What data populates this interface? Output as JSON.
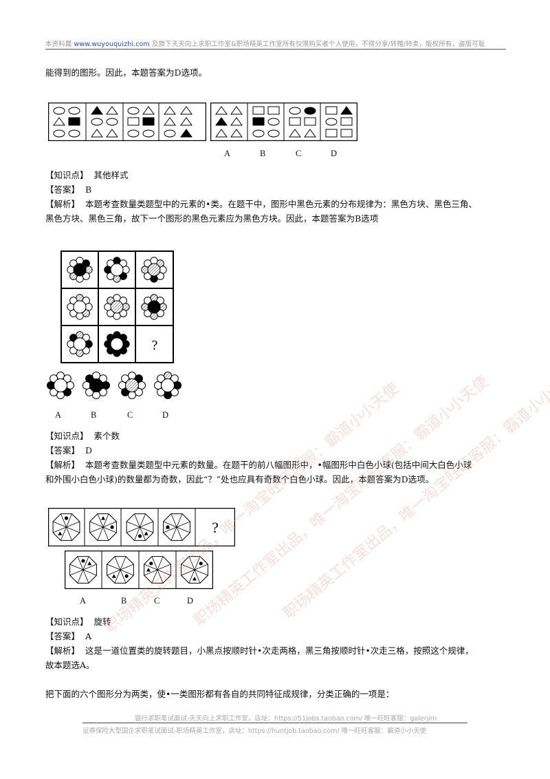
{
  "header": {
    "prefix": "本资料属",
    "url": "www.wuyouquizhi.com",
    "suffix": "及旗下天天向上求职工作室&职场精英工作室所有仅限购买者个人使用，不得分享/转赠/转卖，版权所有，盗版可耻"
  },
  "intro_line": "能得到的图形。因此，本题答案为D选项。",
  "q1": {
    "option_labels": [
      "A",
      "B",
      "C",
      "D"
    ],
    "knowledge_label": "【知识点】",
    "knowledge": "其他样式",
    "answer_label": "【答案】",
    "answer": "B",
    "analysis_label": "【解析】",
    "analysis_line1": "本题考查数量类题型中的元素的•类。在题干中，图形中黑色元素的分布规律为：黑色方块、黑色三角、",
    "analysis_line2": "黑色方块、黑色三角，故下一个图形的黑色元素应为黑色方块。因此，本题答案为B选项"
  },
  "q2": {
    "question_mark": "?",
    "option_labels": [
      "A",
      "B",
      "C",
      "D"
    ],
    "knowledge_label": "【知识点】",
    "knowledge": "素个数",
    "answer_label": "【答案】",
    "answer": "D",
    "analysis_label": "【解析】",
    "analysis_line1": "本题考查数量类题型中元素的数量。在题干的前八幅图形中，•幅图形中白色小球(包括中间大白色小球",
    "analysis_line2": "和外围小白色小球)的数量都为奇数，因此“？”处也应具有奇数个白色小球。因此，本题答案为D选项。"
  },
  "q3": {
    "question_mark": "?",
    "option_labels": [
      "A",
      "B",
      "C",
      "D"
    ],
    "knowledge_label": "【知识点】",
    "knowledge": "旋转",
    "answer_label": "【答案】",
    "answer": "A",
    "analysis_label": "【解析】",
    "analysis_line1": "这是一道位置类的旋转题目，小黑点按顺时针•次走两格，黑三角按顺时针•次走三格，按照这个规律，",
    "analysis_line2": "故本题选A。"
  },
  "next_question": "把下面的六个图形分为两类，使•一类图形都有各自的共同特征成规律，分类正确的一项是：",
  "footer": {
    "line1": "银行求职笔试面试-天天向上求职工作室，店址：https://51jobs.taobao.com/ 唯一旺旺客服：galerjim",
    "line2": "证券保险大型国企求职笔试面试-职场精英工作室，店址：https://huntjob.taobao.com/ 唯一旺旺客服：霸道小小天使"
  },
  "watermark": "职场精英工作室出品，唯一淘宝旺旺客服：霸道小小天使"
}
